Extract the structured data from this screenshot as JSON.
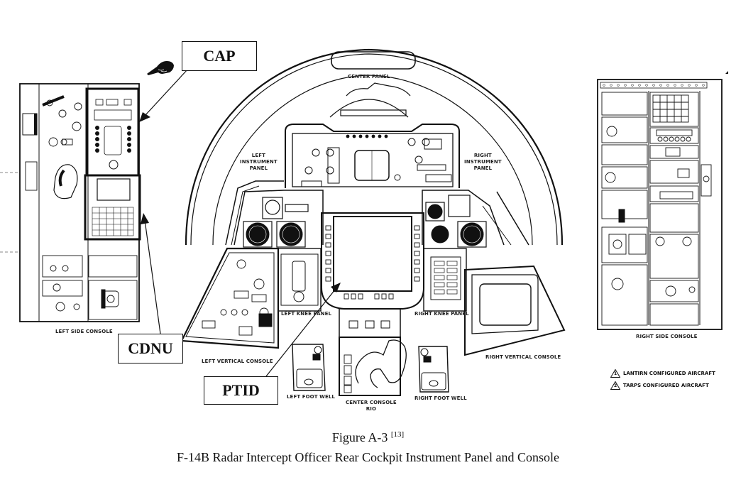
{
  "callouts": {
    "cap": "CAP",
    "cdnu": "CDNU",
    "ptid": "PTID"
  },
  "labels": {
    "center_panel": "CENTER PANEL",
    "left_instrument_panel": [
      "LEFT",
      "INSTRUMENT",
      "PANEL"
    ],
    "right_instrument_panel": [
      "RIGHT",
      "INSTRUMENT",
      "PANEL"
    ],
    "left_side_console": "LEFT SIDE CONSOLE",
    "right_side_console": "RIGHT SIDE CONSOLE",
    "left_vertical_console": "LEFT VERTICAL CONSOLE",
    "right_vertical_console": "RIGHT VERTICAL CONSOLE",
    "left_knee_panel": "LEFT KNEE PANEL",
    "right_knee_panel": "RIGHT KNEE PANEL",
    "left_foot_well": "LEFT FOOT WELL",
    "right_foot_well": "RIGHT FOOT WELL",
    "center_console": [
      "CENTER CONSOLE",
      "RIO"
    ]
  },
  "notes": [
    {
      "number": "1",
      "text": "LANTIRN CONFIGURED AIRCRAFT"
    },
    {
      "number": "2",
      "text": "TARPS CONFIGURED AIRCRAFT"
    }
  ],
  "icons": {
    "pointer": "pointing-hand-icon"
  },
  "caption": {
    "figure": "Figure A-3",
    "reference": "[13]",
    "title": "F-14B Radar Intercept Officer Rear Cockpit Instrument Panel and Console"
  }
}
